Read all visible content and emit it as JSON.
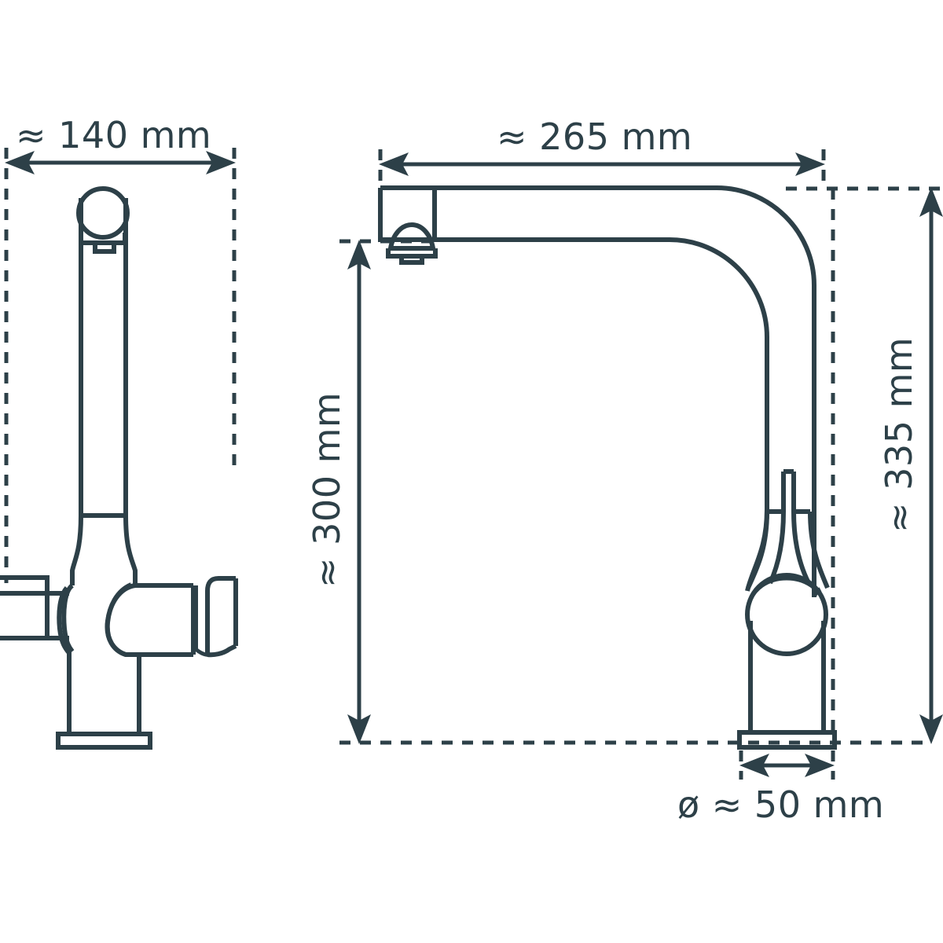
{
  "document": {
    "type": "technical-dimension-drawing",
    "subject": "kitchen mixer tap",
    "background_color": "#ffffff",
    "line_color": "#2d4048"
  },
  "views": [
    {
      "name": "front-view",
      "position": "left"
    },
    {
      "name": "side-view",
      "position": "right"
    }
  ],
  "dimensions": {
    "width_front": {
      "label": "≈ 140 mm",
      "value": 140,
      "unit": "mm",
      "approximate": true,
      "orientation": "horizontal",
      "view": "front-view"
    },
    "reach_side": {
      "label": "≈ 265 mm",
      "value": 265,
      "unit": "mm",
      "approximate": true,
      "orientation": "horizontal",
      "view": "side-view"
    },
    "spout_height": {
      "label": "≈ 300 mm",
      "value": 300,
      "unit": "mm",
      "approximate": true,
      "orientation": "vertical",
      "view": "side-view"
    },
    "total_height": {
      "label": "≈ 335 mm",
      "value": 335,
      "unit": "mm",
      "approximate": true,
      "orientation": "vertical",
      "view": "side-view"
    },
    "base_diameter": {
      "label": "ø ≈ 50 mm",
      "value": 50,
      "unit": "mm",
      "approximate": true,
      "orientation": "horizontal",
      "view": "side-view"
    }
  }
}
